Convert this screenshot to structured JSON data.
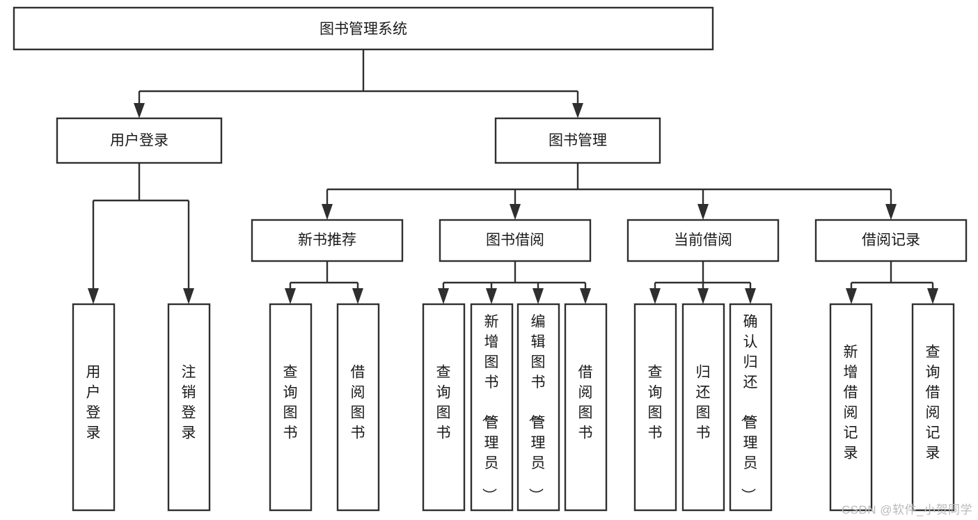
{
  "diagram": {
    "type": "tree",
    "title": "图书管理系统",
    "colors": {
      "stroke": "#2f2f2f",
      "fill": "#ffffff",
      "text": "#1a1a1a",
      "watermark": "#b9b9b9"
    },
    "root": {
      "label": "图书管理系统"
    },
    "level2": [
      {
        "label": "用户登录"
      },
      {
        "label": "图书管理"
      }
    ],
    "level3": [
      {
        "label": "新书推荐"
      },
      {
        "label": "图书借阅"
      },
      {
        "label": "当前借阅"
      },
      {
        "label": "借阅记录"
      }
    ],
    "leaves": {
      "user_login": [
        "用户登录",
        "注销登录"
      ],
      "new_book": [
        "查询图书",
        "借阅图书"
      ],
      "book_borrow": [
        "查询图书",
        "新增图书（管理员）",
        "编辑图书（管理员）",
        "借阅图书"
      ],
      "current_borrow": [
        "查询图书",
        "归还图书",
        "确认归还（管理员）"
      ],
      "borrow_record": [
        "新增借阅记录",
        "查询借阅记录"
      ]
    }
  },
  "watermark": {
    "text": "CSDN @软件_小贺同学"
  }
}
